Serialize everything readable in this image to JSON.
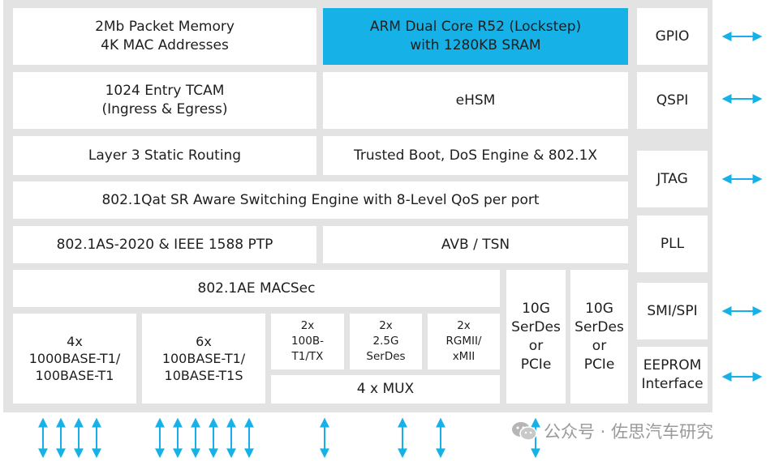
{
  "colors": {
    "frame": "#e3e3e3",
    "highlight": "#16b1e6",
    "arrow": "#16b1e6",
    "text": "#1e1e1e",
    "watermark": "#9a9a9a"
  },
  "blocks": {
    "packet_memory": [
      "2Mb Packet Memory",
      "4K MAC Addresses"
    ],
    "arm_core": [
      "ARM Dual Core R52 (Lockstep)",
      "with 1280KB SRAM"
    ],
    "tcam": [
      "1024 Entry TCAM",
      "(Ingress & Egress)"
    ],
    "ehsm": "eHSM",
    "l3_routing": "Layer 3 Static Routing",
    "trusted_boot": "Trusted Boot, DoS Engine & 802.1X",
    "switching_engine": "802.1Qat SR Aware  Switching Engine with 8-Level QoS per port",
    "ptp": "802.1AS-2020 & IEEE 1588 PTP",
    "avb_tsn": "AVB / TSN",
    "macsec": "802.1AE MACSec",
    "port_1000base": [
      "4x",
      "1000BASE-T1/",
      "100BASE-T1"
    ],
    "port_100base": [
      "6x",
      "100BASE-T1/",
      "10BASE-T1S"
    ],
    "port_100b_tx": [
      "2x",
      "100B-",
      "T1/TX"
    ],
    "port_25g": [
      "2x",
      "2.5G",
      "SerDes"
    ],
    "port_rgmii": [
      "2x",
      "RGMII/",
      "xMII"
    ],
    "mux": "4 x MUX",
    "serdes_a": [
      "10G",
      "SerDes",
      "or",
      "PCIe"
    ],
    "serdes_b": [
      "10G",
      "SerDes",
      "or",
      "PCIe"
    ]
  },
  "interfaces": {
    "gpio": "GPIO",
    "qspi": "QSPI",
    "jtag": "JTAG",
    "pll": "PLL",
    "smi_spi": "SMI/SPI",
    "eeprom": [
      "EEPROM",
      "Interface"
    ]
  },
  "watermark": "公众号 · 佐思汽车研究"
}
